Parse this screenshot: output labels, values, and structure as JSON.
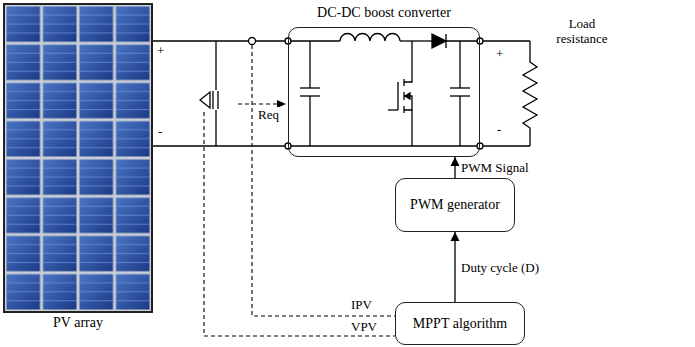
{
  "diagram": {
    "nodes": [
      {
        "text": [
          "PV array"
        ]
      },
      {
        "text": [
          "DC-DC boost converter"
        ]
      },
      {
        "text": [
          "PWM generator"
        ]
      },
      {
        "text": [
          "MPPT algorithm"
        ]
      }
    ],
    "edges": [
      {
        "from": 3,
        "to": 2,
        "label": "Duty cycle (D)",
        "arrow": "to"
      },
      {
        "from": 2,
        "to": 1,
        "label": "PWM Signal",
        "arrow": "to"
      }
    ],
    "labels": [
      "+",
      "-",
      "Req",
      "IPV",
      "VPV",
      "+",
      "-",
      "Load resistance"
    ]
  }
}
